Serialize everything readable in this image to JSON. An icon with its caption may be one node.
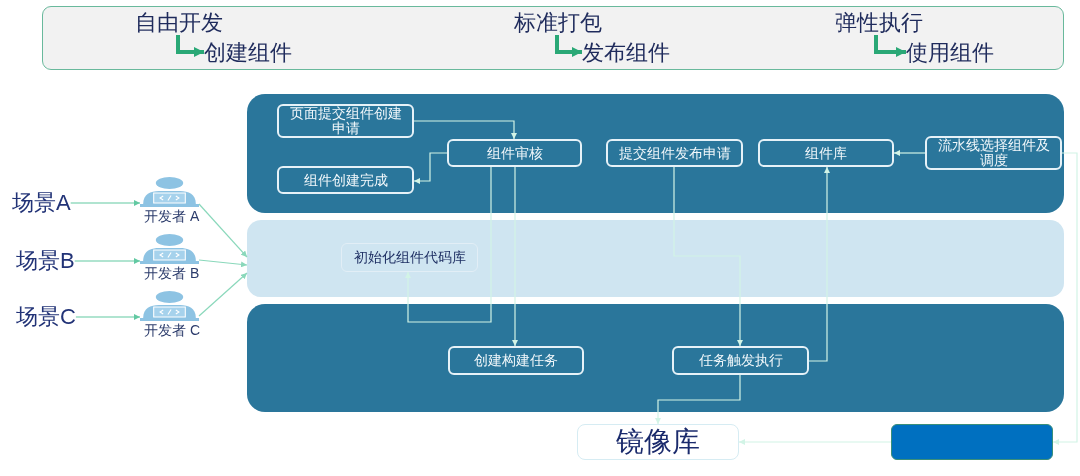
{
  "diagram": {
    "nodes": [
      {
        "text": [],
        "shape": "box"
      },
      {
        "text": [
          "自由开发"
        ],
        "in": 0
      },
      {
        "text": [
          "创建组件"
        ],
        "in": 0
      },
      {
        "text": [
          "标准打包"
        ],
        "in": 0
      },
      {
        "text": [
          "发布组件"
        ],
        "in": 0
      },
      {
        "text": [
          "弹性执行"
        ],
        "in": 0
      },
      {
        "text": [
          "使用组件"
        ],
        "in": 0
      },
      {
        "text": [
          "场景A"
        ]
      },
      {
        "text": [],
        "shape": "person",
        "beside": [
          "开发者 A"
        ]
      },
      {
        "text": [
          "场景B"
        ]
      },
      {
        "text": [],
        "shape": "person",
        "beside": [
          "开发者 B"
        ]
      },
      {
        "text": [
          "场景C"
        ]
      },
      {
        "text": [],
        "shape": "person",
        "beside": [
          "开发者 C"
        ]
      },
      {
        "text": [],
        "shape": "box"
      },
      {
        "text": [
          "页面提交组件创建申请"
        ],
        "in": 13
      },
      {
        "text": [
          "组件审核"
        ],
        "in": 13
      },
      {
        "text": [
          "提交组件发布申请"
        ],
        "in": 13
      },
      {
        "text": [
          "组件库"
        ],
        "in": 13
      },
      {
        "text": [
          "流水线选择组件及调度"
        ],
        "in": 13
      },
      {
        "text": [
          "组件创建完成"
        ],
        "in": 13
      },
      {
        "text": [],
        "shape": "box"
      },
      {
        "text": [
          "初始化组件代码库"
        ],
        "in": 20
      },
      {
        "text": [],
        "shape": "box"
      },
      {
        "text": [
          "创建构建任务"
        ],
        "in": 22
      },
      {
        "text": [
          "任务触发执行"
        ],
        "in": 22
      },
      {
        "text": [
          "镜像库"
        ]
      },
      {
        "text": [],
        "shape": "box"
      }
    ],
    "edges": [
      {
        "from": 1,
        "to": 2,
        "arrow": "to",
        "style": "thick",
        "color": "#2aa876"
      },
      {
        "from": 3,
        "to": 4,
        "arrow": "to",
        "style": "thick",
        "color": "#2aa876"
      },
      {
        "from": 5,
        "to": 6,
        "arrow": "to",
        "style": "thick",
        "color": "#2aa876"
      },
      {
        "from": 7,
        "to": 8,
        "arrow": "to",
        "color": "#62c9a2"
      },
      {
        "from": 9,
        "to": 10,
        "arrow": "to",
        "color": "#62c9a2"
      },
      {
        "from": 11,
        "to": 12,
        "arrow": "to",
        "color": "#62c9a2"
      },
      {
        "from": 8,
        "to": 20,
        "arrow": "to",
        "color": "#8ad8bb"
      },
      {
        "from": 10,
        "to": 20,
        "arrow": "to",
        "color": "#8ad8bb"
      },
      {
        "from": 12,
        "to": 20,
        "arrow": "to",
        "color": "#8ad8bb"
      },
      {
        "from": 14,
        "to": 15,
        "arrow": "to"
      },
      {
        "from": 15,
        "to": 19,
        "arrow": "to"
      },
      {
        "from": 15,
        "to": 21,
        "arrow": "to"
      },
      {
        "from": 15,
        "to": 23,
        "arrow": "to"
      },
      {
        "from": 16,
        "to": 24,
        "arrow": "to"
      },
      {
        "from": 24,
        "to": 17,
        "arrow": "to"
      },
      {
        "from": 18,
        "to": 17,
        "arrow": "to"
      },
      {
        "from": 24,
        "to": 25,
        "arrow": "to"
      },
      {
        "from": 18,
        "to": 26,
        "arrow": "to"
      },
      {
        "from": 26,
        "to": 25,
        "arrow": "to"
      }
    ]
  }
}
